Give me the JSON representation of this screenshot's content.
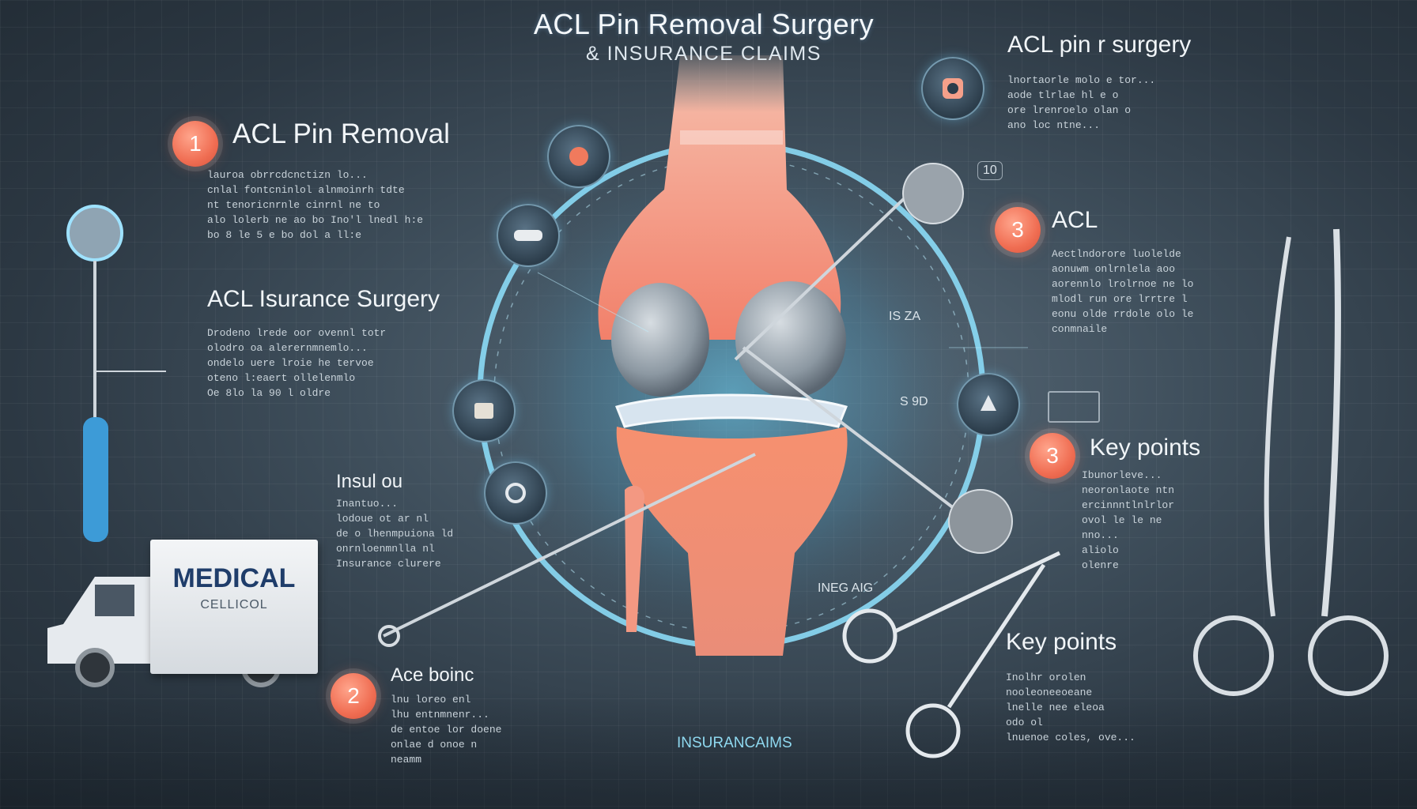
{
  "title": {
    "line1": "ACL Pin Removal Surgery",
    "line2": "& INSURANCE CLAIMS"
  },
  "left": {
    "badge1": "1",
    "heading1": "ACL Pin Removal",
    "body1": [
      "lauroa obrrcdcnctizn lo...",
      "cnlal fontcninlol alnmoinrh tdte",
      "nt tenoricnrnle cinrnl ne to",
      "alo lolerb ne ao bo Ino'l lnedl h:e",
      "bo 8 le 5 e bo dol a ll:e"
    ],
    "heading2": "ACL Isurance Surgery",
    "body2": [
      "Drodeno lrede oor ovennl totr",
      "olodro oa alerernmnemlo...",
      "ondelo uere lroie he tervoe",
      "oteno l:eaert ollelenmlo",
      "Oe 8lo la 90 l oldre"
    ],
    "heading3": "Insul ou",
    "body3": [
      "Inantuo...",
      "lodoue ot ar nl",
      "de o lhenmpuiona ld",
      "onrnloenmnlla nl",
      "Insurance clurere"
    ],
    "badge2": "2",
    "heading4": "Ace boinc",
    "body4": [
      "lnu loreo enl",
      "lhu entnmnenr...",
      "de entoe lor doene",
      "onlae d onoe n ",
      "neamm"
    ]
  },
  "right": {
    "heading1": "ACL pin r surgery",
    "body1": [
      "lnortaorle molo e tor...",
      "aode tlrlae hl e o",
      "ore lrenroelo olan o",
      "ano loc ntne..."
    ],
    "badge3": "3",
    "heading2": "ACL",
    "body2": [
      "Aectlndorore luolelde",
      "aonuwm onlrnlela aoo",
      "aorennlo lrolrnoe ne lo",
      "mlodl run ore lrrtre l",
      "eonu olde rrdole olo le",
      "conmnaile"
    ],
    "badge4": "3",
    "heading3": "Key points",
    "body3": [
      "Ibunorleve...",
      "neoronlaote ntn",
      "ercinnntlnlrlor",
      "ovol le le ne",
      "nno...",
      "aliolo",
      "olenre"
    ],
    "heading4": "Key points",
    "body4": [
      "Inolhr orolen",
      "nooleoneeoeane",
      "lnelle nee eleoa",
      "odo ol",
      "lnuenoe coles, ove..."
    ],
    "icon_label": "10"
  },
  "center": {
    "label_right": "IS ZA",
    "label_right2": "S 9D",
    "label_bottom_right": "INEG AIG",
    "label_bottom": "INSURANCAIMS"
  },
  "truck": {
    "line1": "MEDICAL",
    "line2": "CELLICOL"
  },
  "colors": {
    "accent_cyan": "#6fd5f5",
    "badge": "#f06e53",
    "bone": "#f6937b"
  }
}
